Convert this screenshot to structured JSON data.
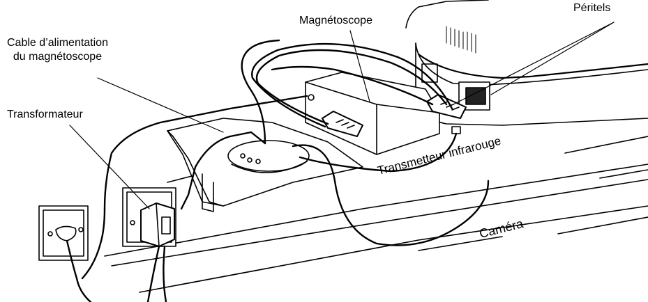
{
  "labels": {
    "peritels": "Péritels",
    "magnetoscope": "Magnétoscope",
    "cable_line1": "Cable d’alimentation",
    "cable_line2": "du magnétoscope",
    "transformateur": "Transformateur",
    "transmetteur": "Transmetteur infrarouge",
    "camera": "Caméra"
  }
}
